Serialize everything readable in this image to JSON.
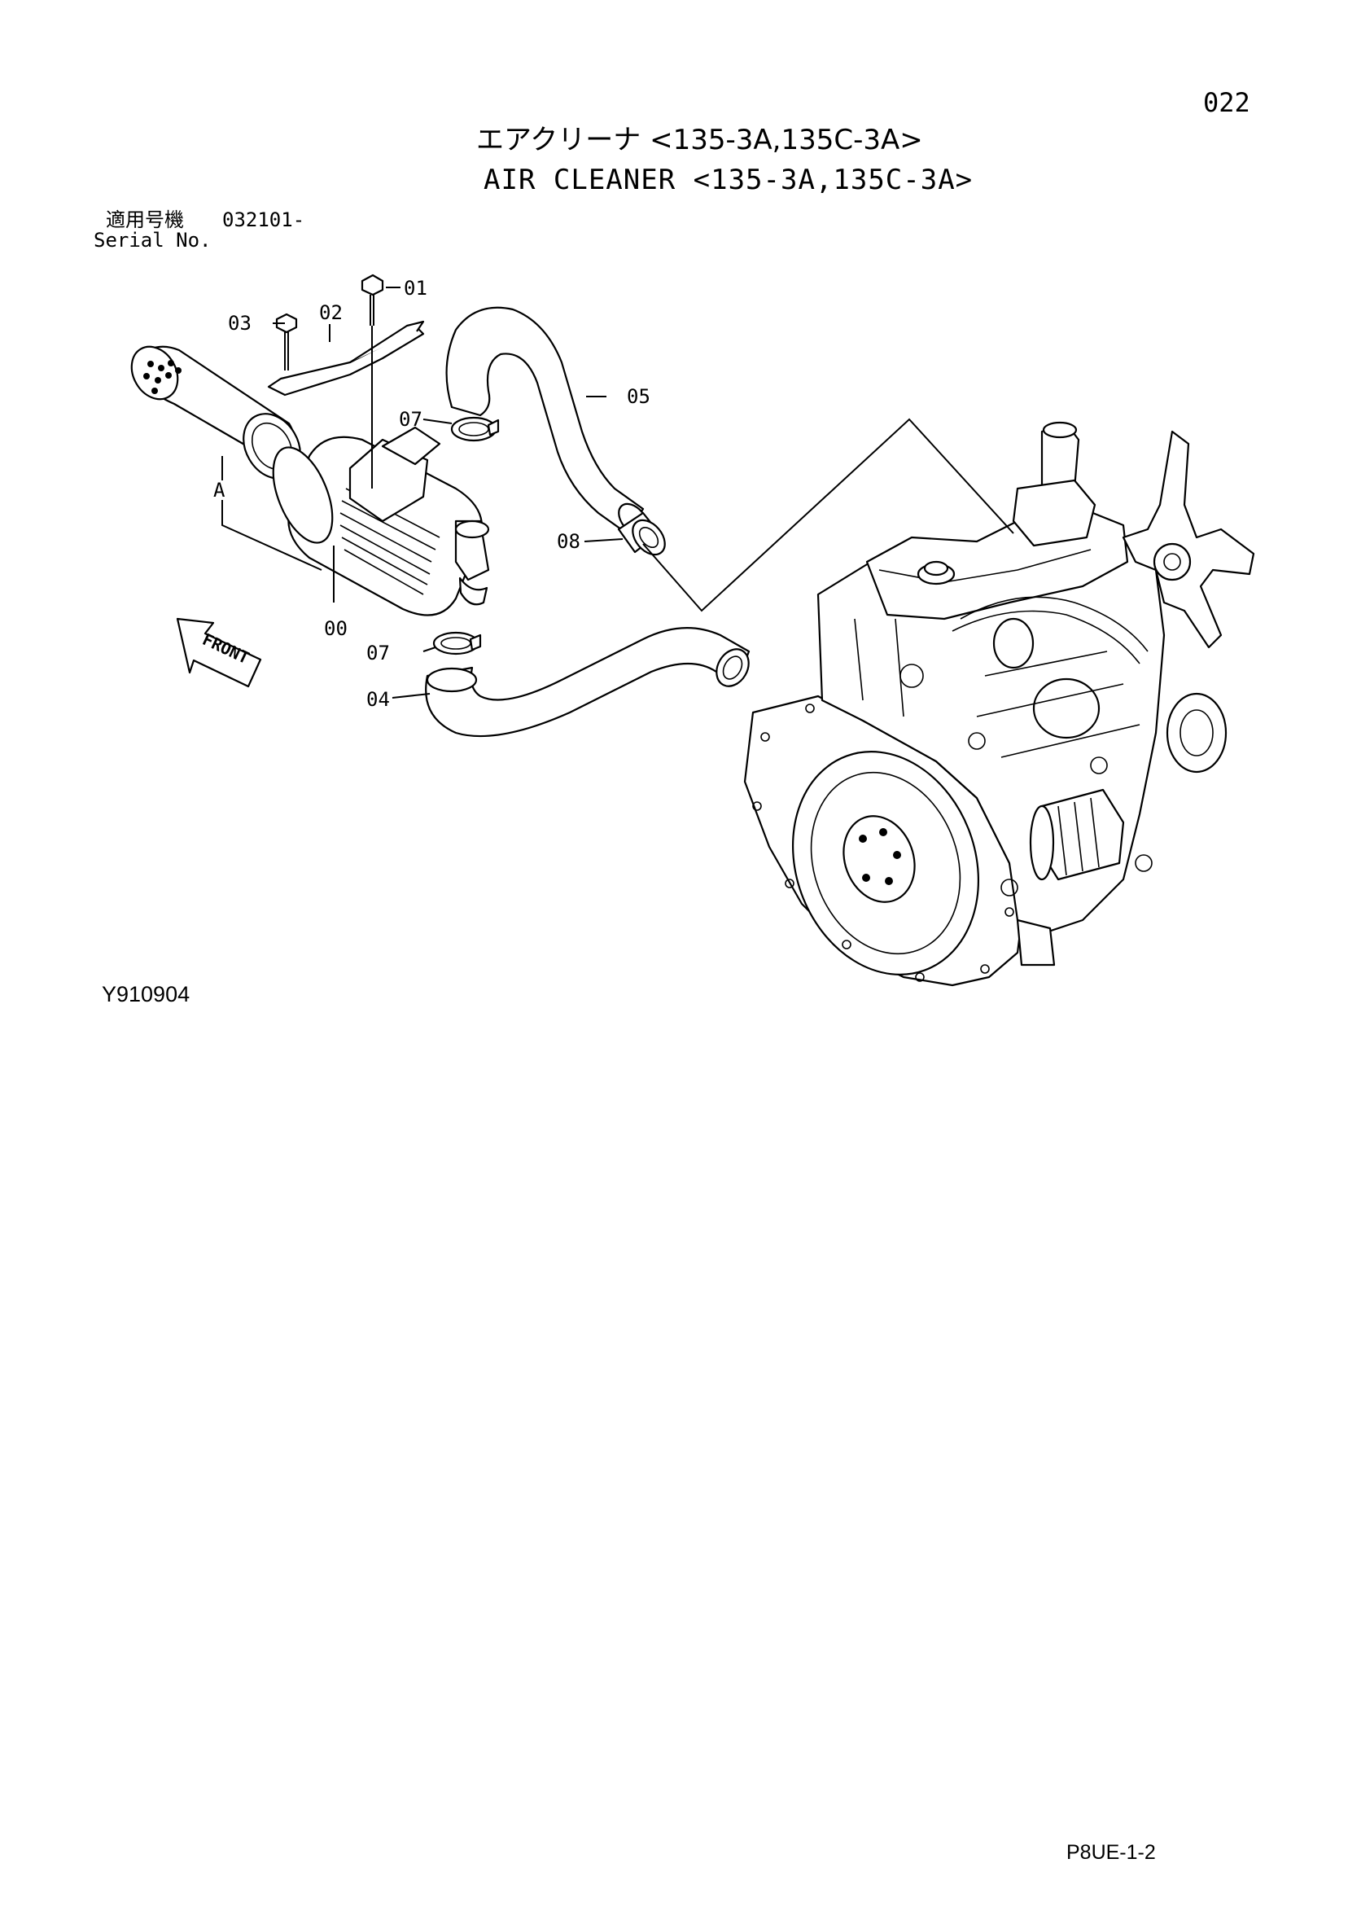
{
  "page": {
    "page_number": "022",
    "title_jp": "エアクリーナ <135-3A,135C-3A>",
    "title_en": "AIR CLEANER <135-3A,135C-3A>",
    "serial_label_jp": "適用号機",
    "serial_range": "032101-",
    "serial_label_en": "Serial No.",
    "drawing_id": "Y910904",
    "page_code": "P8UE-1-2"
  },
  "callouts": {
    "p00": "00",
    "p01": "01",
    "p02": "02",
    "p03": "03",
    "p04": "04",
    "p05": "05",
    "p07a": "07",
    "p07b": "07",
    "p08": "08",
    "detail_a": "A"
  },
  "front_arrow": {
    "label": "FRONT"
  }
}
